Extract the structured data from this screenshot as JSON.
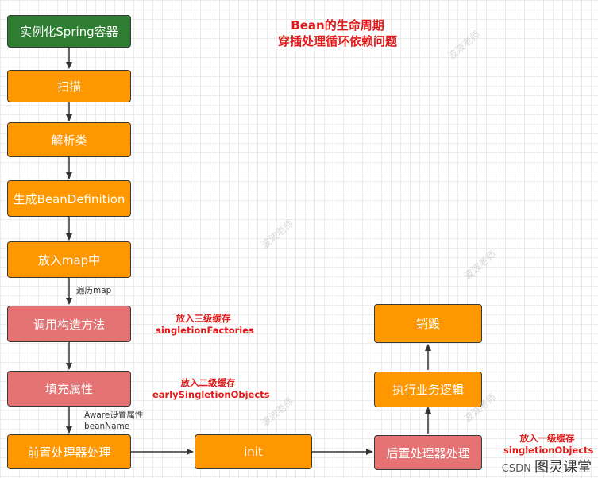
{
  "title": {
    "line1": "Bean的生命周期",
    "line2": "穿插处理循环依赖问题"
  },
  "nodes": {
    "instantiate": "实例化Spring容器",
    "scan": "扫描",
    "parse": "解析类",
    "generate_bd": "生成BeanDefinition",
    "put_map": "放入map中",
    "constructor": "调用构造方法",
    "populate": "填充属性",
    "pre_processor": "前置处理器处理",
    "init": "init",
    "post_processor": "后置处理器处理",
    "business": "执行业务逻辑",
    "destroy": "销毁"
  },
  "labels": {
    "traverse_map": "遍历map",
    "aware_line1": "Aware设置属性",
    "aware_line2": "beanName"
  },
  "notes": {
    "third_cache": {
      "line1": "放入三级缓存",
      "line2": "singletionFactories"
    },
    "second_cache": {
      "line1": "放入二级缓存",
      "line2": "earlySingletionObjects"
    },
    "first_cache": {
      "line1": "放入一级缓存",
      "line2": "singletionObjects"
    }
  },
  "watermark": "波波老师",
  "footer": {
    "source": "CSDN",
    "brand": "图灵课堂"
  },
  "colors": {
    "green": "#2e7d32",
    "orange": "#ff9800",
    "pink": "#e57373",
    "note_red": "#e01919"
  }
}
